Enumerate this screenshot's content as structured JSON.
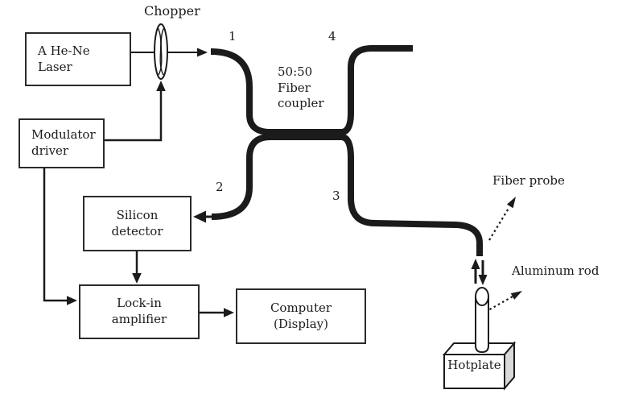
{
  "diagram": {
    "title_hint": "Fiber-coupler interferometric thermal-expansion measurement setup",
    "boxes": {
      "laser": "A He-Ne\nLaser",
      "modulator": "Modulator\ndriver",
      "detector": "Silicon\ndetector",
      "lockin": "Lock-in\namplifier",
      "computer": "Computer\n(Display)"
    },
    "labels": {
      "chopper": "Chopper",
      "coupler": "50:50\nFiber\ncoupler",
      "port1": "1",
      "port2": "2",
      "port3": "3",
      "port4": "4",
      "fiber_probe": "Fiber probe",
      "aluminum_rod": "Aluminum rod",
      "hotplate": "Hotplate"
    },
    "colors": {
      "line": "#1b1b1b",
      "fiber": "#1b1b1b",
      "background": "#ffffff",
      "hotplate_side": "#d9d9d9"
    }
  }
}
